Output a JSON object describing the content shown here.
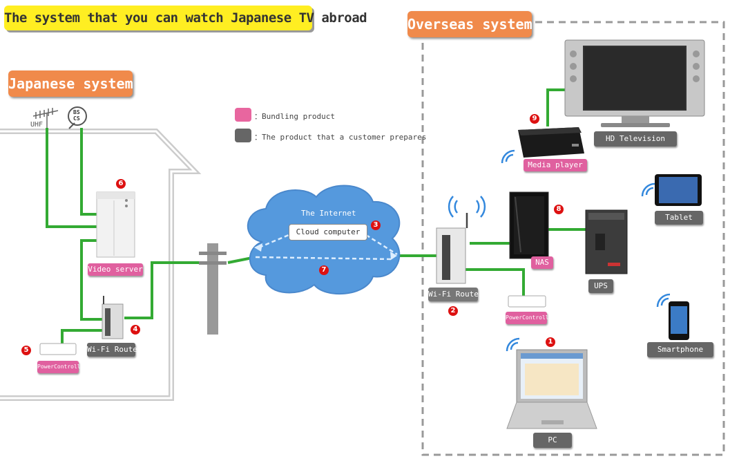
{
  "title_banner": "The system that you can watch Japanese TV abroad",
  "japanese_title": "Japanese system",
  "overseas_title": "Overseas system",
  "legend": {
    "bundling": "：Bundling product",
    "customer": "：The product that a customer prepares",
    "bundling_color": "#e8669f",
    "customer_color": "#666666"
  },
  "antenna": {
    "uhf": "UHF",
    "bs": "BS",
    "cs": "CS"
  },
  "labels": {
    "video_server": "Video server",
    "wifi_router_jp": "Wi-Fi Router",
    "power_controller_jp": "PowerController",
    "the_internet": "The Internet",
    "cloud_computer": "Cloud computer",
    "wifi_router_os": "Wi-Fi Router",
    "power_controller_os": "PowerController",
    "nas": "NAS",
    "ups": "UPS",
    "media_player": "Media player",
    "hd_television": "HD Television",
    "tablet": "Tablet",
    "smartphone": "Smartphone",
    "pc": "PC"
  },
  "numbers": {
    "n1": "1",
    "n2": "2",
    "n3": "3",
    "n4": "4",
    "n5": "5",
    "n6": "6",
    "n7": "7",
    "n8": "8",
    "n9": "9"
  },
  "colors": {
    "cable": "#33aa33",
    "accent_orange": "#f08a4b",
    "banner_yellow": "#ffee22",
    "badge_red": "#dd1111",
    "cloud_blue": "#4a90d9"
  }
}
